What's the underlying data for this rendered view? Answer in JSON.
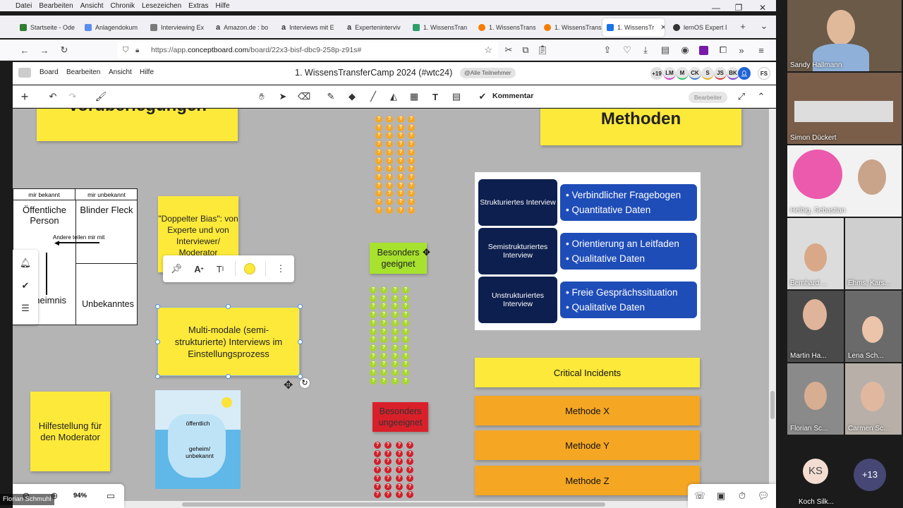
{
  "browser": {
    "menu": [
      "Datei",
      "Bearbeiten",
      "Ansicht",
      "Chronik",
      "Lesezeichen",
      "Extras",
      "Hilfe"
    ],
    "tabs": [
      {
        "label": "Startseite - Ode",
        "color": "#2e7d32"
      },
      {
        "label": "Anlagendokum",
        "color": "#5b8def"
      },
      {
        "label": "Interviewing Ex",
        "color": "#7a7a7a"
      },
      {
        "label": "Amazon.de : bo",
        "color": "#222"
      },
      {
        "label": "Interviews mit E",
        "color": "#222"
      },
      {
        "label": "Experteninterviv",
        "color": "#222"
      },
      {
        "label": "1. WissensTran",
        "color": "#2e9e6b"
      },
      {
        "label": "1. WissensTrans",
        "color": "#f57c00"
      },
      {
        "label": "1. WissensTrans",
        "color": "#f57c00"
      },
      {
        "label": "1. WissensTr",
        "color": "#1a73e8"
      },
      {
        "label": "lernOS Expert D",
        "color": "#333"
      }
    ],
    "url_prefix": "https://app.",
    "url_domain": "conceptboard.com",
    "url_rest": "/board/22x3-bisf-dbc9-258p-z91s#"
  },
  "app": {
    "menu": [
      "Board",
      "Bearbeiten",
      "Ansicht",
      "Hilfe"
    ],
    "title": "1. WissensTransferCamp 2024 (#wtc24)",
    "participants_pill": "@Alle Teilnehmer",
    "avatars": [
      "+19",
      "LM",
      "M",
      "CK",
      "S",
      "JS",
      "BK"
    ],
    "user_initials": "FS",
    "comment_label": "Kommentar",
    "editor_label": "Bearbeiter",
    "zoom": "94%"
  },
  "board": {
    "top_left_note": "Vorüberlegungen",
    "top_right_note": "Methoden",
    "johari": {
      "col1": "mir bekannt",
      "col2": "mir unbekannt",
      "c1": "Öffentliche Person",
      "c2": "Blinder Fleck",
      "c3": "Geheimnis",
      "c4": "Unbekanntes",
      "arrow_label": "Andere teilen mir mit"
    },
    "bias_note": "\"Doppelter Bias\": von Experte und von Interviewer/ Moderator",
    "multimodal_note": "Multi-modale (semi-strukturierte) Interviews im Einstellungsprozess",
    "helper_note": "Hilfestellung für den Moderator",
    "iceberg_top": "öffentlich",
    "iceberg_bottom": "geheim/ unbekannt",
    "suitable_note": "Besonders geeignet",
    "unsuitable_note": "Besonders ungeeignet",
    "interview_types": [
      {
        "type": "Strukturiertes Interview",
        "b1": "• Verbindlicher Fragebogen",
        "b2": "• Quantitative Daten"
      },
      {
        "type": "Semistrukturiertes Interview",
        "b1": "• Orientierung an Leitfaden",
        "b2": "• Qualitative Daten"
      },
      {
        "type": "Unstrukturiertes Interview",
        "b1": "• Freie Gesprächssituation",
        "b2": "• Qualitative Daten"
      }
    ],
    "methods": [
      {
        "label": "Critical Incidents",
        "color": "#fde93a"
      },
      {
        "label": "Methode X",
        "color": "#f5a623"
      },
      {
        "label": "Methode Y",
        "color": "#f5a623"
      },
      {
        "label": "Methode Z",
        "color": "#f5a623"
      }
    ],
    "colors": {
      "yellow": "#fde93a",
      "orange_dot": "#f5a623",
      "green_dot": "#a6d62a",
      "red_dot": "#d0202a",
      "green_note": "#a6e22e",
      "red_note": "#d9202a"
    }
  },
  "presenter": "Florian Schmuhl",
  "participants": [
    {
      "name": "Sandy Hallmann"
    },
    {
      "name": "Simon Dückert"
    },
    {
      "name": "Helbig, Sebastian"
    },
    {
      "name": "Bernhard ..."
    },
    {
      "name": "Ehms, Kars..."
    },
    {
      "name": "Martin Ha..."
    },
    {
      "name": "Lena Sch..."
    },
    {
      "name": "Florian Sc..."
    },
    {
      "name": "Carmen Sc..."
    },
    {
      "name": "Koch Silk...",
      "initials": "KS"
    },
    {
      "name": "",
      "more": "+13"
    }
  ]
}
